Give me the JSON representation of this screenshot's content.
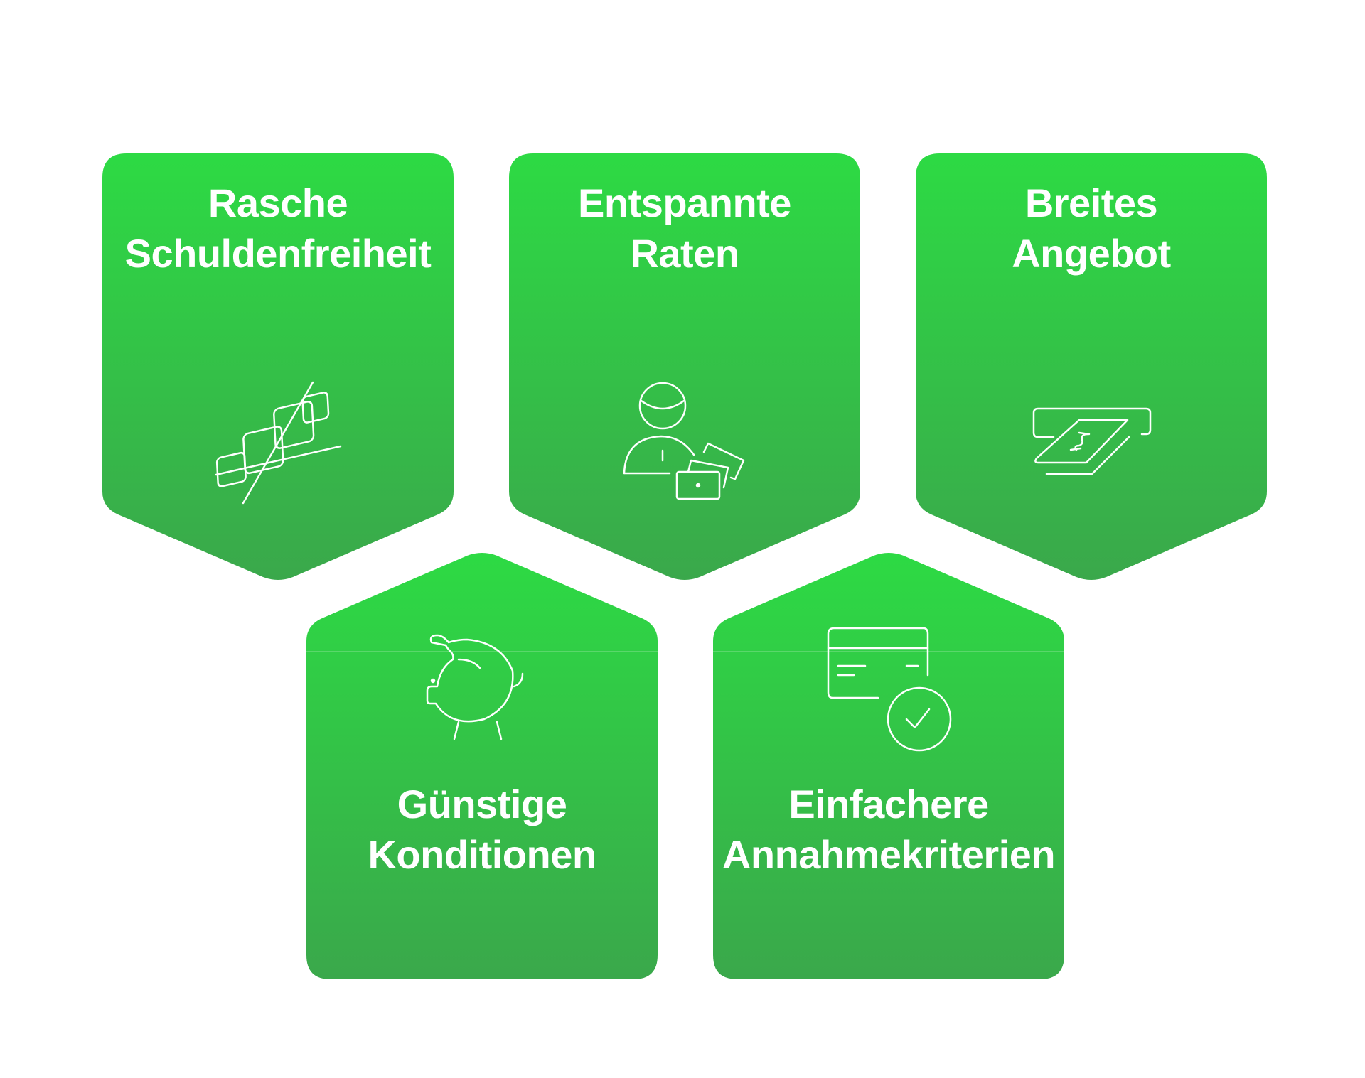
{
  "colors": {
    "gradient_top": "#2dda44",
    "gradient_bottom": "#3aa84b",
    "icon_stroke": "#ffffff"
  },
  "cards": [
    {
      "title_line1": "Rasche",
      "title_line2": "Schuldenfreiheit",
      "icon": "chain-links-icon"
    },
    {
      "title_line1": "Entspannte",
      "title_line2": "Raten",
      "icon": "person-with-cards-icon"
    },
    {
      "title_line1": "Breites",
      "title_line2": "Angebot",
      "icon": "banknote-dispenser-icon"
    },
    {
      "title_line1": "Günstige",
      "title_line2": "Konditionen",
      "icon": "piggy-bank-icon"
    },
    {
      "title_line1": "Einfachere",
      "title_line2": "Annahmekriterien",
      "icon": "card-approved-icon"
    }
  ]
}
